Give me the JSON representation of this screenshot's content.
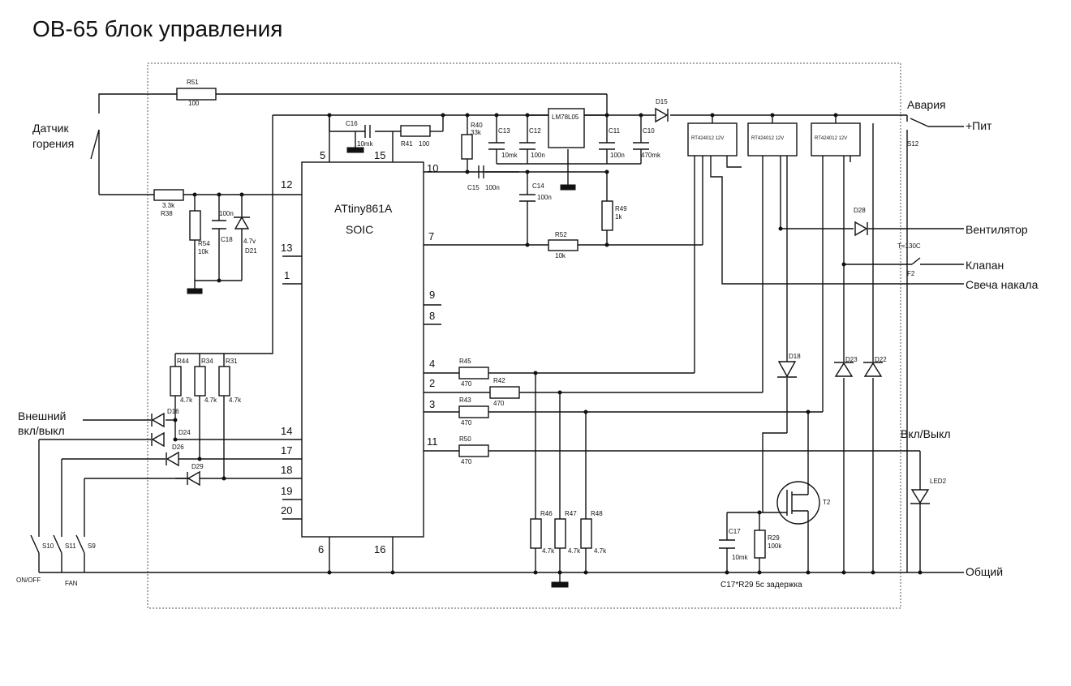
{
  "title": "ОВ-65 блок управления",
  "mcu": {
    "name": "ATtiny861A",
    "package": "SOIC"
  },
  "pins": {
    "p5": "5",
    "p15": "15",
    "p10": "10",
    "p12": "12",
    "p7": "7",
    "p13": "13",
    "p1": "1",
    "p9": "9",
    "p8": "8",
    "p4": "4",
    "p2": "2",
    "p3": "3",
    "p11": "11",
    "p14": "14",
    "p17": "17",
    "p18": "18",
    "p19": "19",
    "p20": "20",
    "p6": "6",
    "p16": "16"
  },
  "external": {
    "sensor": [
      "Датчик",
      "горения"
    ],
    "alarm": "Авария",
    "power": "+Пит",
    "fan": "Вентилятор",
    "valve": "Клапан",
    "glow": "Свеча накала",
    "ext_switch": [
      "Внешний",
      "вкл/выкл"
    ],
    "onoff_label": "Вкл/Выкл",
    "common": "Общий",
    "onoff_sw": "ON/OFF",
    "fan_sw": "FAN",
    "delay_note": "C17*R29 5c задержка",
    "thermo": "T=130C"
  },
  "components": {
    "R51": "R51",
    "R51v": "100",
    "R38": "R38",
    "R38v": "3.3k",
    "R54": "R54",
    "R54v": "10k",
    "C18": "C18",
    "C18v": "100n",
    "D21": "D21",
    "D21v": "4.7v",
    "C16": "C16",
    "C16v": "10mk",
    "R41": "R41",
    "R41v": "100",
    "R40": "R40",
    "R40v": "33k",
    "C13": "C13",
    "C13v": "10mk",
    "C12": "C12",
    "C12v": "100n",
    "reg": "LM78L05",
    "C11": "C11",
    "C11v": "100n",
    "C10": "C10",
    "C10v": "470mk",
    "D15": "D15",
    "S12": "S12",
    "C15": "C15",
    "C15v": "100n",
    "C14": "C14",
    "C14v": "100n",
    "R49": "R49",
    "R49v": "1k",
    "R52": "R52",
    "R52v": "10k",
    "D28": "D28",
    "F2": "F2",
    "R44": "R44",
    "R34": "R34",
    "R31": "R31",
    "r47k": "4.7k",
    "D16": "D16",
    "D24": "D24",
    "D26": "D26",
    "D29": "D29",
    "R45": "R45",
    "R42": "R42",
    "R43": "R43",
    "R50": "R50",
    "r470": "470",
    "D18": "D18",
    "D23": "D23",
    "D22": "D22",
    "R46": "R46",
    "R47": "R47",
    "R48": "R48",
    "C17": "C17",
    "C17v": "10mk",
    "R29": "R29",
    "R29v": "100k",
    "T2": "T2",
    "LED2": "LED2",
    "S10": "S10",
    "S11": "S11",
    "S9": "S9",
    "relay": "RT424012 12V"
  }
}
